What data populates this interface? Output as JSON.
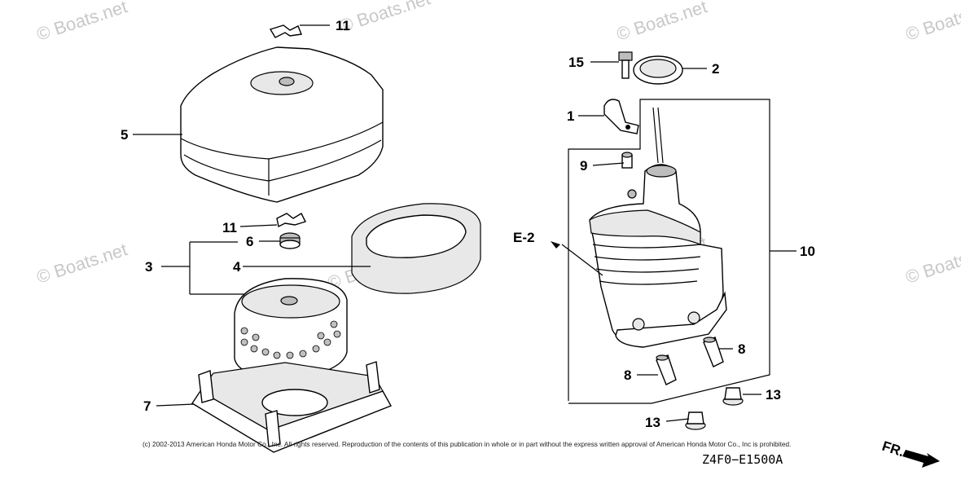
{
  "callouts": {
    "c11a": "11",
    "c5": "5",
    "c11b": "11",
    "c6": "6",
    "c3": "3",
    "c4": "4",
    "c7": "7",
    "c15": "15",
    "c2": "2",
    "c1": "1",
    "c9": "9",
    "e2": "E-2",
    "c10": "10",
    "c8a": "8",
    "c8b": "8",
    "c13a": "13",
    "c13b": "13"
  },
  "direction_label": "FR.",
  "watermark": "© Boats.net",
  "copyright": "(c) 2002-2013 American Honda Motor Co., Inc. All rights reserved. Reproduction of the contents of this publication in whole or in part without the express written approval of American Honda Motor Co., Inc is prohibited.",
  "diagram_code": "Z4F0−E1500A"
}
